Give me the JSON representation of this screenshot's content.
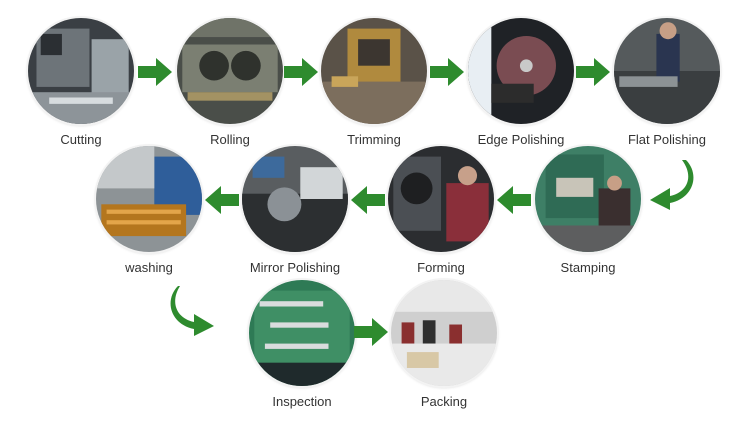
{
  "steps": [
    {
      "label": "Cutting"
    },
    {
      "label": "Rolling"
    },
    {
      "label": "Trimming"
    },
    {
      "label": "Edge Polishing"
    },
    {
      "label": "Flat Polishing"
    },
    {
      "label": "Stamping"
    },
    {
      "label": "Forming"
    },
    {
      "label": "Mirror Polishing"
    },
    {
      "label": "washing"
    },
    {
      "label": "Inspection"
    },
    {
      "label": "Packing"
    }
  ],
  "watermark": "",
  "colors": {
    "arrow": "#2e8b2e",
    "text": "#333333"
  }
}
